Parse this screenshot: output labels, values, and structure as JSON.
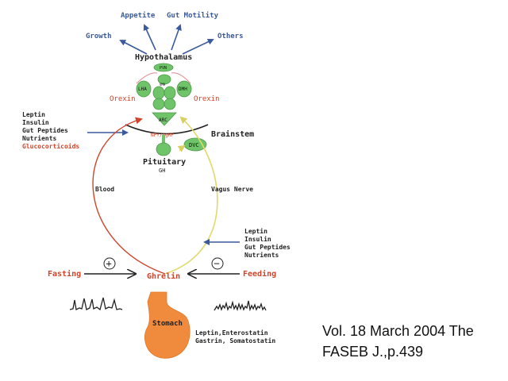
{
  "hypothalamus": {
    "title": "Hypothalamus",
    "outputs": {
      "appetite": "Appetite",
      "gut_motility": "Gut Motility",
      "growth": "Growth",
      "others": "Others"
    },
    "nuclei": {
      "pvn": "PVN",
      "lha": "LHA",
      "vmh": "VMH",
      "dmh": "DMH",
      "arc": "ARC"
    },
    "orexin_left": "Orexin",
    "orexin_right": "Orexin",
    "npy_agrp": "NPY/AgRP"
  },
  "brainstem": {
    "title": "Brainstem",
    "dvc": "DVC"
  },
  "pituitary": {
    "title": "Pituitary",
    "gh": "GH"
  },
  "pathways": {
    "blood": "Blood",
    "vagus": "Vagus Nerve"
  },
  "left_inputs": [
    "Leptin",
    "Insulin",
    "Gut Peptides",
    "Nutrients",
    "Glucocorticoids"
  ],
  "right_inputs": [
    "Leptin",
    "Insulin",
    "Gut Peptides",
    "Nutrients"
  ],
  "fasting": {
    "label": "Fasting",
    "sign": "+"
  },
  "feeding": {
    "label": "Feeding",
    "sign": "−"
  },
  "ghrelin": "Ghrelin",
  "stomach": {
    "label": "Stomach",
    "factors_line1": "Leptin,Enterostatin",
    "factors_line2": "Gastrin, Somatostatin"
  },
  "citation": {
    "line1": "Vol. 18 March 2004 The",
    "line2": "FASEB J.,p.439"
  },
  "colors": {
    "blue": "#3a5a9c",
    "red": "#d0442c",
    "green": "#6fc46a",
    "orange": "#f08a3c",
    "yellow": "#e8e27a",
    "dark": "#222222"
  }
}
